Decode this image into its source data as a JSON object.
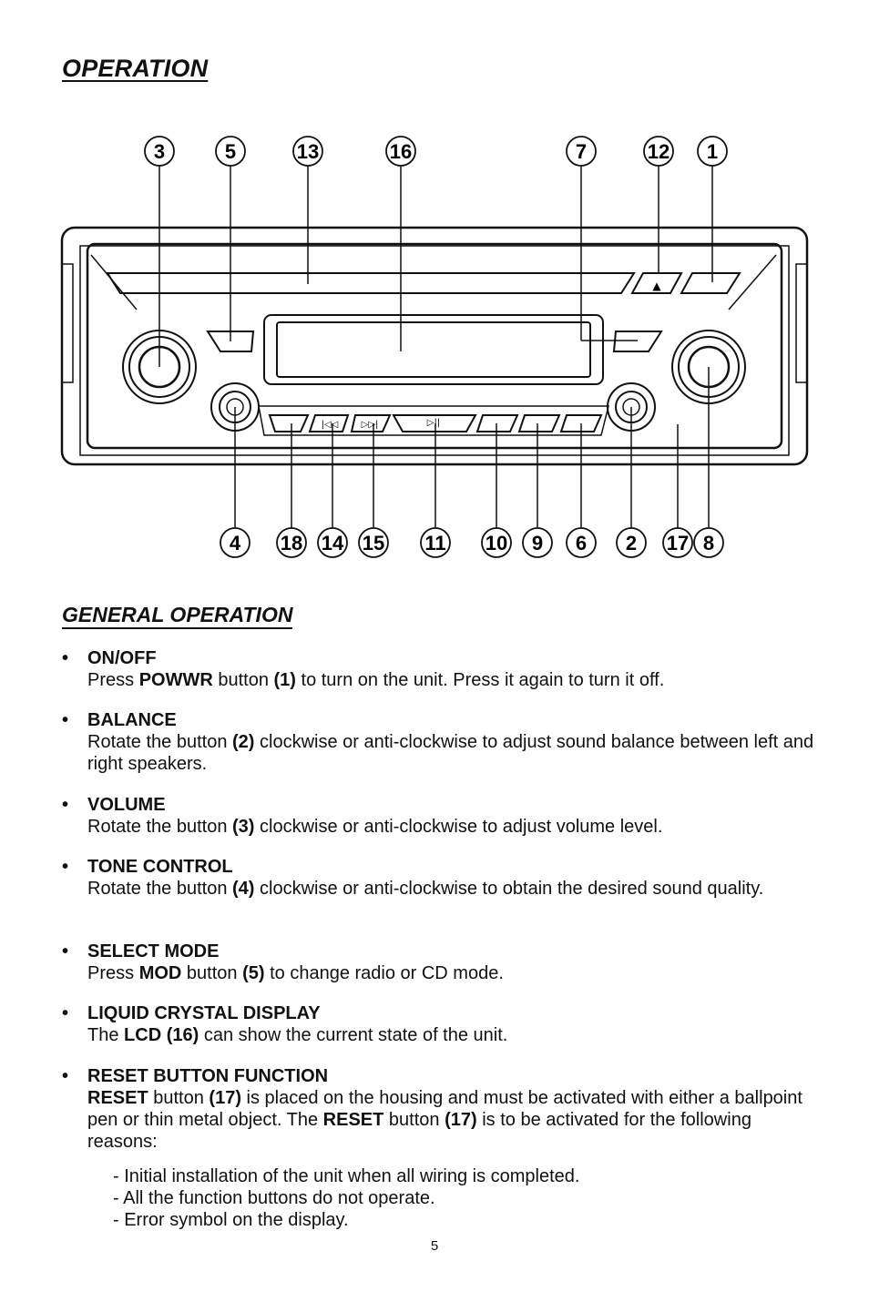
{
  "title": "OPERATION",
  "diagram": {
    "eject_symbol": "▲",
    "buttons": {
      "prev": "|◁◁",
      "next": "▷▷|",
      "play": "▷||"
    },
    "callouts_top": [
      "3",
      "5",
      "13",
      "16",
      "7",
      "12",
      "1"
    ],
    "callouts_bottom": [
      "4",
      "18",
      "14",
      "15",
      "11",
      "10",
      "9",
      "6",
      "2",
      "17",
      "8"
    ]
  },
  "section_title": "GENERAL OPERATION",
  "items": [
    {
      "head": "ON/OFF",
      "p": [
        "Press ",
        "POWWR",
        " button ",
        "(1)",
        " to turn on the unit. Press it again to turn it off."
      ]
    },
    {
      "head": "BALANCE",
      "p": [
        "Rotate the button ",
        "(2)",
        " clockwise or anti-clockwise to adjust sound balance between left and right speakers."
      ]
    },
    {
      "head": "VOLUME",
      "p": [
        "Rotate the button ",
        "(3)",
        " clockwise or anti-clockwise to adjust volume level."
      ]
    },
    {
      "head": "TONE CONTROL",
      "p": [
        "Rotate the button ",
        "(4)",
        " clockwise or anti-clockwise to obtain the desired sound quality."
      ]
    },
    {
      "head": "SELECT MODE",
      "p": [
        "Press ",
        "MOD",
        " button ",
        "(5)",
        " to change radio or CD mode."
      ]
    },
    {
      "head": "LIQUID CRYSTAL DISPLAY",
      "p": [
        "The ",
        "LCD (16)",
        " can show the current state of the unit."
      ]
    },
    {
      "head": "RESET BUTTON FUNCTION",
      "p": [
        "RESET",
        " button ",
        "(17)",
        " is placed on the housing and must be activated with either a ballpoint pen or thin metal object. The ",
        "RESET",
        " button ",
        "(17)",
        " is to be activated for the following reasons:"
      ]
    }
  ],
  "bullet": "•",
  "reasons": [
    "-  Initial installation of the unit when all wiring is completed.",
    "-  All the function buttons do not operate.",
    "-  Error symbol on the display."
  ],
  "page_number": "5"
}
